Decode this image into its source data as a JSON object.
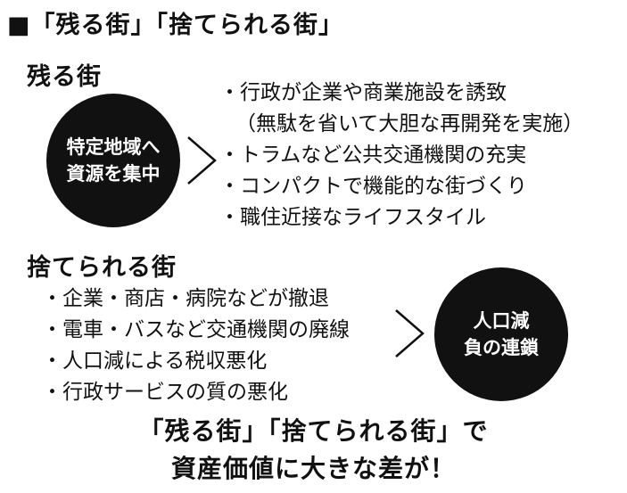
{
  "title": "■「残る街」「捨てられる街」",
  "sections": [
    {
      "heading": "残る街",
      "circle_lines": [
        "特定地域へ",
        "資源を集中"
      ],
      "bullets": [
        "・行政が企業や商業施設を誘致",
        "（無駄を省いて大胆な再開発を実施）",
        "・トラムなど公共交通機関の充実",
        "・コンパクトで機能的な街づくり",
        "・職住近接なライフスタイル"
      ]
    },
    {
      "heading": "捨てられる街",
      "circle_lines": [
        "人口減",
        "負の連鎖"
      ],
      "bullets": [
        "・企業・商店・病院などが撤退",
        "・電車・バスなど交通機関の廃線",
        "・人口減による税収悪化",
        "・行政サービスの質の悪化"
      ]
    }
  ],
  "conclusion": {
    "line1": "「残る街」「捨てられる街」で",
    "line2": "資産価値に大きな差が！"
  },
  "colors": {
    "ink": "#111111",
    "background": "#ffffff",
    "circle_text": "#ffffff"
  },
  "icons": [
    "right-chevron-icon",
    "right-chevron-icon"
  ]
}
